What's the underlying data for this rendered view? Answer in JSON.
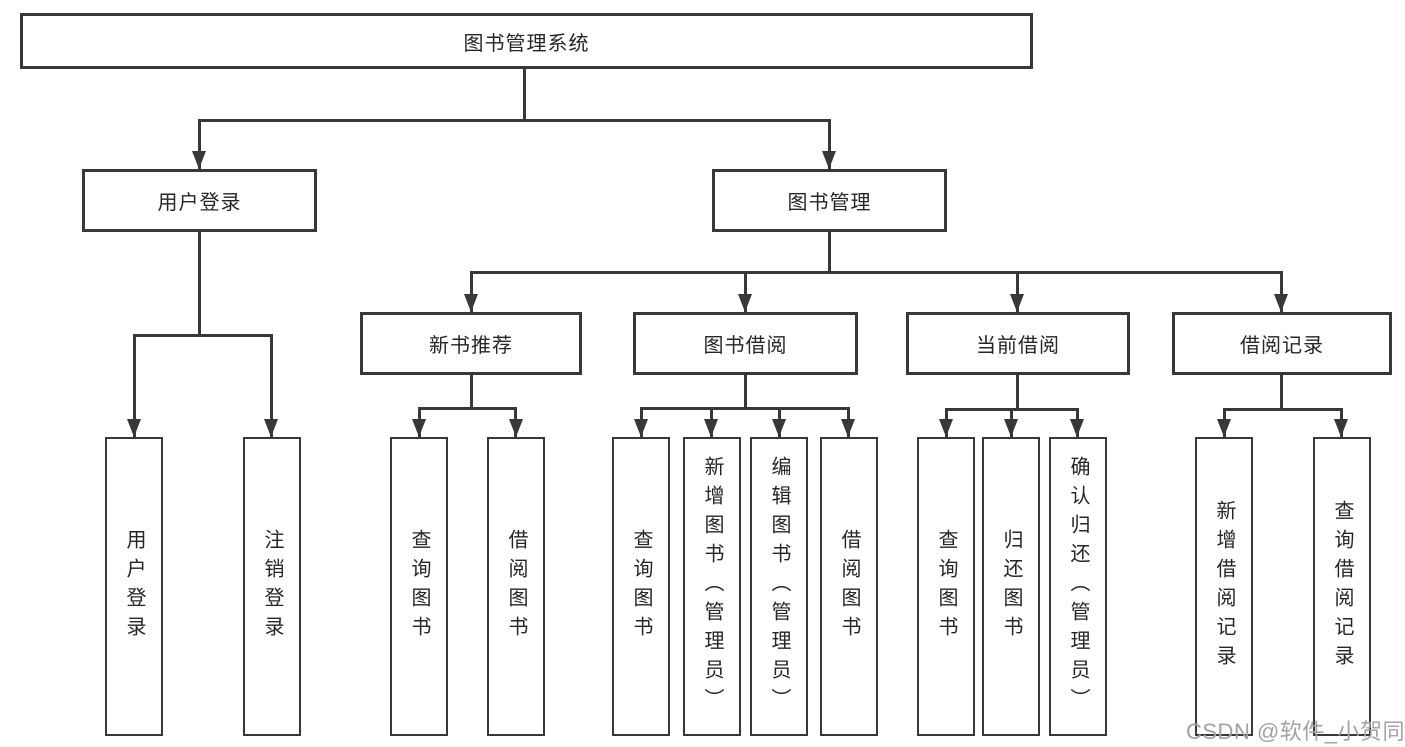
{
  "tree": {
    "root": {
      "label": "图书管理系统"
    },
    "level2": [
      {
        "label": "用户登录"
      },
      {
        "label": "图书管理"
      }
    ],
    "level3": [
      {
        "label": "新书推荐"
      },
      {
        "label": "图书借阅"
      },
      {
        "label": "当前借阅"
      },
      {
        "label": "借阅记录"
      }
    ],
    "leaves": {
      "user_login": [
        {
          "label": "用户登录"
        },
        {
          "label": "注销登录"
        }
      ],
      "new_book_recommend": [
        {
          "label": "查询图书"
        },
        {
          "label": "借阅图书"
        }
      ],
      "book_borrow": [
        {
          "label": "查询图书"
        },
        {
          "label": "新增图书（管理员）"
        },
        {
          "label": "编辑图书（管理员）"
        },
        {
          "label": "借阅图书"
        }
      ],
      "current_borrow": [
        {
          "label": "查询图书"
        },
        {
          "label": "归还图书"
        },
        {
          "label": "确认归还（管理员）"
        }
      ],
      "borrow_records": [
        {
          "label": "新增借阅记录"
        },
        {
          "label": "查询借阅记录"
        }
      ]
    }
  },
  "watermark": {
    "text": "CSDN @软件_小贺同学",
    "color": "#a2a2a2"
  },
  "colors": {
    "line": "#383838",
    "box_border": "#383838",
    "text": "#262626",
    "background": "#ffffff"
  },
  "icons": {
    "arrow_down": "triangle-down"
  }
}
